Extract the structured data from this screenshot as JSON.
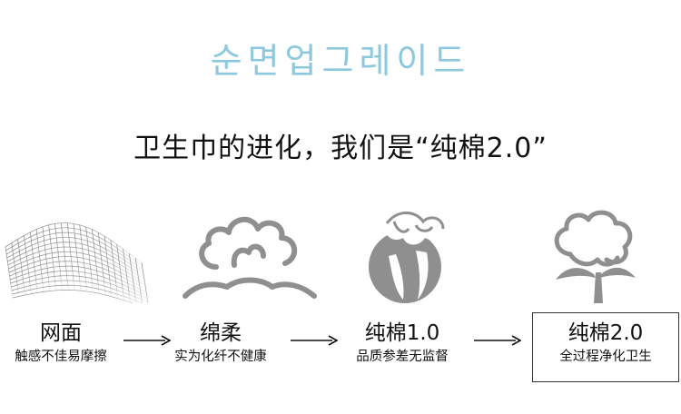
{
  "korean_title": "순면업그레이드",
  "headline": "卫生巾的进化，我们是“纯棉2.0”",
  "stages": [
    {
      "title": "网面",
      "subtitle": "触感不佳易摩擦"
    },
    {
      "title": "绵柔",
      "subtitle": "实为化纤不健康"
    },
    {
      "title": "纯棉1.0",
      "subtitle": "品质参差无监督"
    },
    {
      "title": "纯棉2.0",
      "subtitle": "全过程净化卫生"
    }
  ],
  "icons": [
    "mesh-icon",
    "cloud-soft-icon",
    "cotton-boll-icon",
    "cotton-flower-icon",
    "arrow-right-icon"
  ],
  "colors": {
    "accent": "#8ec8dc",
    "icon_gray": "#8f8f8f",
    "text": "#111111"
  }
}
